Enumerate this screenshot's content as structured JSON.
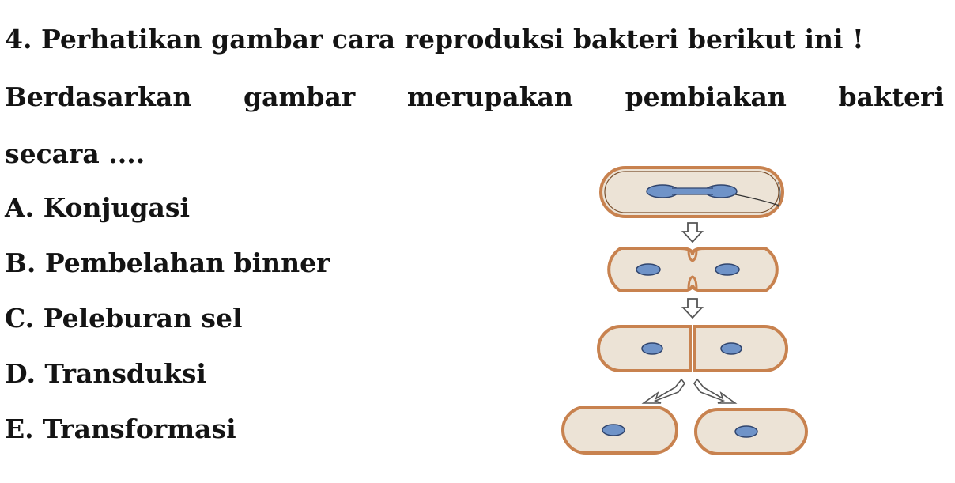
{
  "question": {
    "title": "4. Perhatikan gambar cara reproduksi bakteri berikut ini !",
    "stem_line1": "Berdasarkan gambar merupakan pembiakan bakteri",
    "stem_line2": "secara ...."
  },
  "options": [
    {
      "label": "A. Konjugasi"
    },
    {
      "label": "B. Pembelahan binner"
    },
    {
      "label": "C. Peleburan sel"
    },
    {
      "label": "D. Transduksi"
    },
    {
      "label": "E. Transformasi"
    }
  ],
  "diagram": {
    "stages": [
      "one-cell-elongated-dna",
      "constricting-cell-two-nuclei",
      "septum-formed",
      "two-daughter-cells"
    ],
    "colors": {
      "membrane": "#c8824f",
      "cytoplasm": "#ece3d6",
      "nucleoid": "#6f93c8",
      "nucleoid_outline": "#30456e"
    }
  }
}
